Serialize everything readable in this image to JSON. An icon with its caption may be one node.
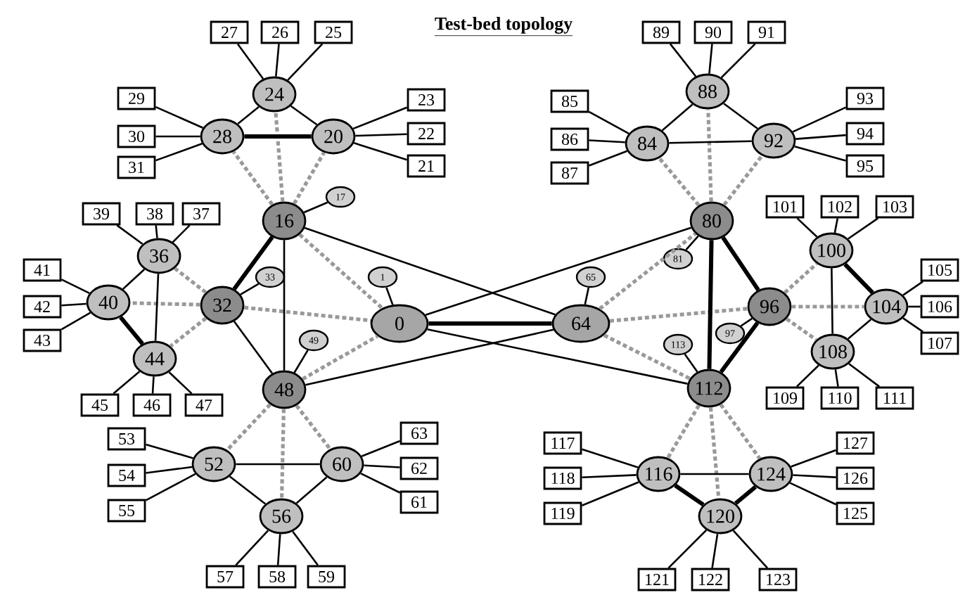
{
  "diagram": {
    "title": "Test-bed topology",
    "nodes": [
      {
        "text": [
          "0"
        ]
      },
      {
        "text": [
          "1"
        ]
      },
      {
        "text": [
          "16"
        ]
      },
      {
        "text": [
          "17"
        ]
      },
      {
        "text": [
          "20"
        ]
      },
      {
        "text": [
          "21"
        ]
      },
      {
        "text": [
          "22"
        ]
      },
      {
        "text": [
          "23"
        ]
      },
      {
        "text": [
          "24"
        ]
      },
      {
        "text": [
          "25"
        ]
      },
      {
        "text": [
          "26"
        ]
      },
      {
        "text": [
          "27"
        ]
      },
      {
        "text": [
          "28"
        ]
      },
      {
        "text": [
          "29"
        ]
      },
      {
        "text": [
          "30"
        ]
      },
      {
        "text": [
          "31"
        ]
      },
      {
        "text": [
          "32"
        ]
      },
      {
        "text": [
          "33"
        ]
      },
      {
        "text": [
          "36"
        ]
      },
      {
        "text": [
          "37"
        ]
      },
      {
        "text": [
          "38"
        ]
      },
      {
        "text": [
          "39"
        ]
      },
      {
        "text": [
          "40"
        ]
      },
      {
        "text": [
          "41"
        ]
      },
      {
        "text": [
          "42"
        ]
      },
      {
        "text": [
          "43"
        ]
      },
      {
        "text": [
          "44"
        ]
      },
      {
        "text": [
          "45"
        ]
      },
      {
        "text": [
          "46"
        ]
      },
      {
        "text": [
          "47"
        ]
      },
      {
        "text": [
          "48"
        ]
      },
      {
        "text": [
          "49"
        ]
      },
      {
        "text": [
          "52"
        ]
      },
      {
        "text": [
          "53"
        ]
      },
      {
        "text": [
          "54"
        ]
      },
      {
        "text": [
          "55"
        ]
      },
      {
        "text": [
          "56"
        ]
      },
      {
        "text": [
          "57"
        ]
      },
      {
        "text": [
          "58"
        ]
      },
      {
        "text": [
          "59"
        ]
      },
      {
        "text": [
          "60"
        ]
      },
      {
        "text": [
          "61"
        ]
      },
      {
        "text": [
          "62"
        ]
      },
      {
        "text": [
          "63"
        ]
      },
      {
        "text": [
          "64"
        ]
      },
      {
        "text": [
          "65"
        ]
      },
      {
        "text": [
          "80"
        ]
      },
      {
        "text": [
          "81"
        ]
      },
      {
        "text": [
          "84"
        ]
      },
      {
        "text": [
          "85"
        ]
      },
      {
        "text": [
          "86"
        ]
      },
      {
        "text": [
          "87"
        ]
      },
      {
        "text": [
          "88"
        ]
      },
      {
        "text": [
          "89"
        ]
      },
      {
        "text": [
          "90"
        ]
      },
      {
        "text": [
          "91"
        ]
      },
      {
        "text": [
          "92"
        ]
      },
      {
        "text": [
          "93"
        ]
      },
      {
        "text": [
          "94"
        ]
      },
      {
        "text": [
          "95"
        ]
      },
      {
        "text": [
          "96"
        ]
      },
      {
        "text": [
          "97"
        ]
      },
      {
        "text": [
          "100"
        ]
      },
      {
        "text": [
          "101"
        ]
      },
      {
        "text": [
          "102"
        ]
      },
      {
        "text": [
          "103"
        ]
      },
      {
        "text": [
          "104"
        ]
      },
      {
        "text": [
          "105"
        ]
      },
      {
        "text": [
          "106"
        ]
      },
      {
        "text": [
          "107"
        ]
      },
      {
        "text": [
          "108"
        ]
      },
      {
        "text": [
          "109"
        ]
      },
      {
        "text": [
          "110"
        ]
      },
      {
        "text": [
          "111"
        ]
      },
      {
        "text": [
          "112"
        ]
      },
      {
        "text": [
          "113"
        ]
      },
      {
        "text": [
          "116"
        ]
      },
      {
        "text": [
          "117"
        ]
      },
      {
        "text": [
          "118"
        ]
      },
      {
        "text": [
          "119"
        ]
      },
      {
        "text": [
          "120"
        ]
      },
      {
        "text": [
          "121"
        ]
      },
      {
        "text": [
          "122"
        ]
      },
      {
        "text": [
          "123"
        ]
      },
      {
        "text": [
          "124"
        ]
      },
      {
        "text": [
          "125"
        ]
      },
      {
        "text": [
          "126"
        ]
      },
      {
        "text": [
          "127"
        ]
      }
    ],
    "edges": [
      {
        "from": 0,
        "to": 44,
        "arrow": "none",
        "style": "thick"
      },
      {
        "from": 0,
        "to": 1,
        "arrow": "none"
      },
      {
        "from": 44,
        "to": 45,
        "arrow": "none"
      },
      {
        "from": 2,
        "to": 44,
        "arrow": "none"
      },
      {
        "from": 0,
        "to": 46,
        "arrow": "none"
      },
      {
        "from": 30,
        "to": 44,
        "arrow": "none"
      },
      {
        "from": 0,
        "to": 74,
        "arrow": "none"
      },
      {
        "from": 2,
        "to": 0,
        "arrow": "none",
        "style": "dashed",
        "color": "#999999"
      },
      {
        "from": 16,
        "to": 0,
        "arrow": "none",
        "style": "dashed",
        "color": "#999999"
      },
      {
        "from": 30,
        "to": 0,
        "arrow": "none",
        "style": "dashed",
        "color": "#999999"
      },
      {
        "from": 44,
        "to": 46,
        "arrow": "none",
        "style": "dashed",
        "color": "#999999"
      },
      {
        "from": 44,
        "to": 60,
        "arrow": "none",
        "style": "dashed",
        "color": "#999999"
      },
      {
        "from": 44,
        "to": 74,
        "arrow": "none",
        "style": "dashed",
        "color": "#999999"
      },
      {
        "from": 2,
        "to": 16,
        "arrow": "none",
        "style": "thick"
      },
      {
        "from": 2,
        "to": 30,
        "arrow": "none"
      },
      {
        "from": 16,
        "to": 30,
        "arrow": "none"
      },
      {
        "from": 2,
        "to": 3,
        "arrow": "none"
      },
      {
        "from": 16,
        "to": 17,
        "arrow": "none"
      },
      {
        "from": 30,
        "to": 31,
        "arrow": "none"
      },
      {
        "from": 2,
        "to": 4,
        "arrow": "none",
        "style": "dashed",
        "color": "#999999"
      },
      {
        "from": 2,
        "to": 8,
        "arrow": "none",
        "style": "dashed",
        "color": "#999999"
      },
      {
        "from": 2,
        "to": 12,
        "arrow": "none",
        "style": "dashed",
        "color": "#999999"
      },
      {
        "from": 8,
        "to": 12,
        "arrow": "none"
      },
      {
        "from": 8,
        "to": 4,
        "arrow": "none"
      },
      {
        "from": 12,
        "to": 4,
        "arrow": "none",
        "style": "thick"
      },
      {
        "from": 8,
        "to": 11,
        "arrow": "none"
      },
      {
        "from": 8,
        "to": 10,
        "arrow": "none"
      },
      {
        "from": 8,
        "to": 9,
        "arrow": "none"
      },
      {
        "from": 12,
        "to": 13,
        "arrow": "none"
      },
      {
        "from": 12,
        "to": 14,
        "arrow": "none"
      },
      {
        "from": 12,
        "to": 15,
        "arrow": "none"
      },
      {
        "from": 4,
        "to": 7,
        "arrow": "none"
      },
      {
        "from": 4,
        "to": 6,
        "arrow": "none"
      },
      {
        "from": 4,
        "to": 5,
        "arrow": "none"
      },
      {
        "from": 16,
        "to": 18,
        "arrow": "none",
        "style": "dashed",
        "color": "#999999"
      },
      {
        "from": 16,
        "to": 22,
        "arrow": "none",
        "style": "dashed",
        "color": "#999999"
      },
      {
        "from": 16,
        "to": 26,
        "arrow": "none",
        "style": "dashed",
        "color": "#999999"
      },
      {
        "from": 18,
        "to": 22,
        "arrow": "none"
      },
      {
        "from": 18,
        "to": 26,
        "arrow": "none"
      },
      {
        "from": 22,
        "to": 26,
        "arrow": "none",
        "style": "thick"
      },
      {
        "from": 18,
        "to": 21,
        "arrow": "none"
      },
      {
        "from": 18,
        "to": 20,
        "arrow": "none"
      },
      {
        "from": 18,
        "to": 19,
        "arrow": "none"
      },
      {
        "from": 22,
        "to": 23,
        "arrow": "none"
      },
      {
        "from": 22,
        "to": 24,
        "arrow": "none"
      },
      {
        "from": 22,
        "to": 25,
        "arrow": "none"
      },
      {
        "from": 26,
        "to": 27,
        "arrow": "none"
      },
      {
        "from": 26,
        "to": 28,
        "arrow": "none"
      },
      {
        "from": 26,
        "to": 29,
        "arrow": "none"
      },
      {
        "from": 30,
        "to": 32,
        "arrow": "none",
        "style": "dashed",
        "color": "#999999"
      },
      {
        "from": 30,
        "to": 36,
        "arrow": "none",
        "style": "dashed",
        "color": "#999999"
      },
      {
        "from": 30,
        "to": 40,
        "arrow": "none",
        "style": "dashed",
        "color": "#999999"
      },
      {
        "from": 32,
        "to": 40,
        "arrow": "none"
      },
      {
        "from": 32,
        "to": 36,
        "arrow": "none"
      },
      {
        "from": 36,
        "to": 40,
        "arrow": "none"
      },
      {
        "from": 32,
        "to": 33,
        "arrow": "none"
      },
      {
        "from": 32,
        "to": 34,
        "arrow": "none"
      },
      {
        "from": 32,
        "to": 35,
        "arrow": "none"
      },
      {
        "from": 40,
        "to": 43,
        "arrow": "none"
      },
      {
        "from": 40,
        "to": 42,
        "arrow": "none"
      },
      {
        "from": 40,
        "to": 41,
        "arrow": "none"
      },
      {
        "from": 36,
        "to": 37,
        "arrow": "none"
      },
      {
        "from": 36,
        "to": 38,
        "arrow": "none"
      },
      {
        "from": 36,
        "to": 39,
        "arrow": "none"
      },
      {
        "from": 46,
        "to": 74,
        "arrow": "none",
        "style": "thick"
      },
      {
        "from": 46,
        "to": 60,
        "arrow": "none",
        "style": "thick"
      },
      {
        "from": 60,
        "to": 74,
        "arrow": "none",
        "style": "thick"
      },
      {
        "from": 46,
        "to": 47,
        "arrow": "none"
      },
      {
        "from": 60,
        "to": 61,
        "arrow": "none"
      },
      {
        "from": 74,
        "to": 75,
        "arrow": "none"
      },
      {
        "from": 46,
        "to": 48,
        "arrow": "none",
        "style": "dashed",
        "color": "#999999"
      },
      {
        "from": 46,
        "to": 52,
        "arrow": "none",
        "style": "dashed",
        "color": "#999999"
      },
      {
        "from": 46,
        "to": 56,
        "arrow": "none",
        "style": "dashed",
        "color": "#999999"
      },
      {
        "from": 52,
        "to": 48,
        "arrow": "none"
      },
      {
        "from": 52,
        "to": 56,
        "arrow": "none"
      },
      {
        "from": 48,
        "to": 56,
        "arrow": "none"
      },
      {
        "from": 52,
        "to": 53,
        "arrow": "none"
      },
      {
        "from": 52,
        "to": 54,
        "arrow": "none"
      },
      {
        "from": 52,
        "to": 55,
        "arrow": "none"
      },
      {
        "from": 48,
        "to": 49,
        "arrow": "none"
      },
      {
        "from": 48,
        "to": 50,
        "arrow": "none"
      },
      {
        "from": 48,
        "to": 51,
        "arrow": "none"
      },
      {
        "from": 56,
        "to": 57,
        "arrow": "none"
      },
      {
        "from": 56,
        "to": 58,
        "arrow": "none"
      },
      {
        "from": 56,
        "to": 59,
        "arrow": "none"
      },
      {
        "from": 60,
        "to": 62,
        "arrow": "none",
        "style": "dashed",
        "color": "#999999"
      },
      {
        "from": 60,
        "to": 66,
        "arrow": "none",
        "style": "dashed",
        "color": "#999999"
      },
      {
        "from": 60,
        "to": 70,
        "arrow": "none",
        "style": "dashed",
        "color": "#999999"
      },
      {
        "from": 62,
        "to": 66,
        "arrow": "none",
        "style": "thick"
      },
      {
        "from": 62,
        "to": 70,
        "arrow": "none"
      },
      {
        "from": 66,
        "to": 70,
        "arrow": "none"
      },
      {
        "from": 62,
        "to": 63,
        "arrow": "none"
      },
      {
        "from": 62,
        "to": 64,
        "arrow": "none"
      },
      {
        "from": 62,
        "to": 65,
        "arrow": "none"
      },
      {
        "from": 66,
        "to": 67,
        "arrow": "none"
      },
      {
        "from": 66,
        "to": 68,
        "arrow": "none"
      },
      {
        "from": 66,
        "to": 69,
        "arrow": "none"
      },
      {
        "from": 70,
        "to": 71,
        "arrow": "none"
      },
      {
        "from": 70,
        "to": 72,
        "arrow": "none"
      },
      {
        "from": 70,
        "to": 73,
        "arrow": "none"
      },
      {
        "from": 74,
        "to": 76,
        "arrow": "none",
        "style": "dashed",
        "color": "#999999"
      },
      {
        "from": 74,
        "to": 80,
        "arrow": "none",
        "style": "dashed",
        "color": "#999999"
      },
      {
        "from": 74,
        "to": 84,
        "arrow": "none",
        "style": "dashed",
        "color": "#999999"
      },
      {
        "from": 76,
        "to": 84,
        "arrow": "none"
      },
      {
        "from": 76,
        "to": 80,
        "arrow": "none",
        "style": "thick"
      },
      {
        "from": 80,
        "to": 84,
        "arrow": "none",
        "style": "thick"
      },
      {
        "from": 76,
        "to": 77,
        "arrow": "none"
      },
      {
        "from": 76,
        "to": 78,
        "arrow": "none"
      },
      {
        "from": 76,
        "to": 79,
        "arrow": "none"
      },
      {
        "from": 84,
        "to": 87,
        "arrow": "none"
      },
      {
        "from": 84,
        "to": 86,
        "arrow": "none"
      },
      {
        "from": 84,
        "to": 85,
        "arrow": "none"
      },
      {
        "from": 80,
        "to": 81,
        "arrow": "none"
      },
      {
        "from": 80,
        "to": 82,
        "arrow": "none"
      },
      {
        "from": 80,
        "to": 83,
        "arrow": "none"
      }
    ]
  }
}
